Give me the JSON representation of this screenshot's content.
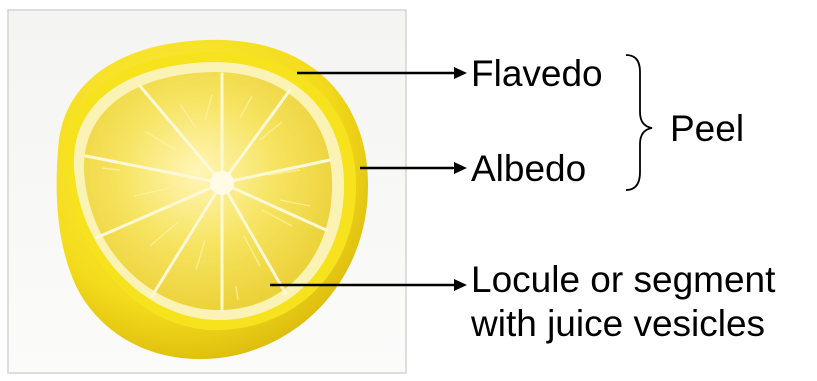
{
  "labels": {
    "flavedo": "Flavedo",
    "albedo": "Albedo",
    "peel": "Peel",
    "locule_line1": "Locule or segment",
    "locule_line2": "with juice vesicles"
  },
  "colors": {
    "background": "#ffffff",
    "frame_border": "#d4d4d4",
    "photo_background": "#f6f6f3",
    "lemon_rind": "#f7e21e",
    "rind_shadow": "#e8c90f",
    "albedo": "#fbf3b5",
    "segment_flesh": "#f2dc4c",
    "segment_highlight": "#fff3a0",
    "segment_membrane": "#fdf8d8",
    "center": "#fffbe6",
    "annotation": "#000000"
  }
}
